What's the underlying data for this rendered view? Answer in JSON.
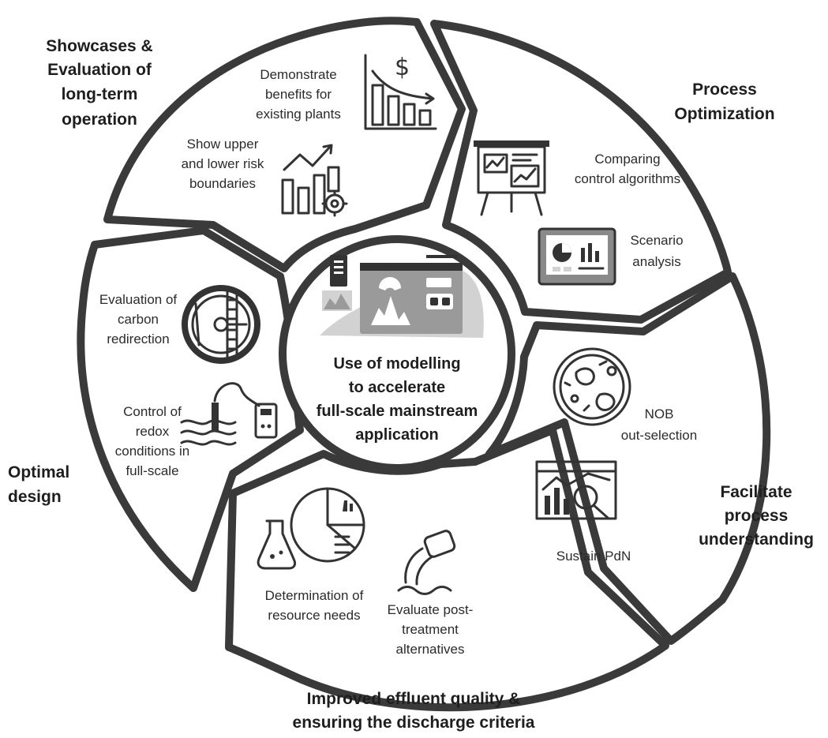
{
  "center": {
    "lines": [
      "Use of modelling",
      "to accelerate",
      "full-scale mainstream",
      "application"
    ]
  },
  "segments": [
    {
      "id": "showcases",
      "heading": [
        "Showcases &",
        "Evaluation of",
        "long-term",
        "operation"
      ],
      "items": [
        {
          "lines": [
            "Demonstrate",
            "benefits for",
            "existing plants"
          ],
          "icon": "bar-chart-decline-dollar-icon"
        },
        {
          "lines": [
            "Show upper",
            "and lower risk",
            "boundaries"
          ],
          "icon": "bar-chart-risk-gear-icon"
        }
      ]
    },
    {
      "id": "process-optimization",
      "heading": [
        "Process",
        "Optimization"
      ],
      "items": [
        {
          "lines": [
            "Comparing",
            "control algorithms"
          ],
          "icon": "presentation-board-icon"
        },
        {
          "lines": [
            "Scenario",
            "analysis"
          ],
          "icon": "monitor-dashboard-icon"
        }
      ]
    },
    {
      "id": "facilitate-understanding",
      "heading": [
        "Facilitate",
        "process",
        "understanding"
      ],
      "items": [
        {
          "lines": [
            "NOB",
            "out-selection"
          ],
          "icon": "petri-dish-icon"
        },
        {
          "lines": [
            "Sustain PdN"
          ],
          "icon": "chart-magnifier-icon"
        }
      ]
    },
    {
      "id": "effluent-quality",
      "heading": [
        "Improved effluent quality &",
        "ensuring the discharge criteria"
      ],
      "items": [
        {
          "lines": [
            "Determination of",
            "resource needs"
          ],
          "icon": "flask-pie-chart-icon"
        },
        {
          "lines": [
            "Evaluate post-",
            "treatment",
            "alternatives"
          ],
          "icon": "discharge-pipe-icon"
        }
      ]
    },
    {
      "id": "optimal-design",
      "heading": [
        "Optimal",
        "design"
      ],
      "items": [
        {
          "lines": [
            "Evaluation of",
            "carbon",
            "redirection"
          ],
          "icon": "clarifier-tank-icon"
        },
        {
          "lines": [
            "Control of",
            "redox",
            "conditions in",
            "full-scale"
          ],
          "icon": "redox-probe-icon"
        }
      ]
    }
  ]
}
